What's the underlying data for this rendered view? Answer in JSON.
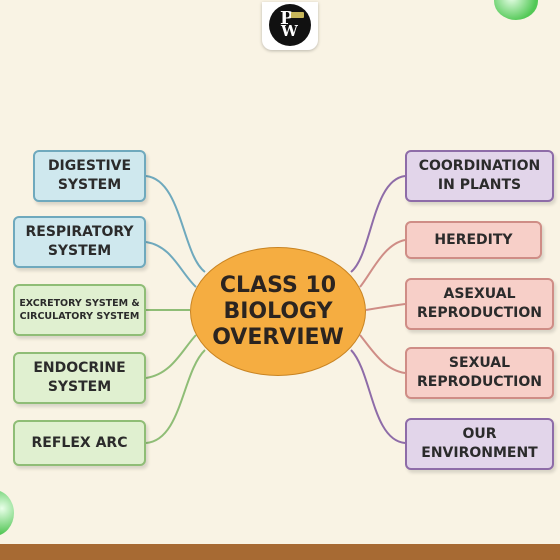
{
  "center": {
    "title": "CLASS 10\nBIOLOGY\nOVERVIEW"
  },
  "left_topics": [
    {
      "label": "DIGESTIVE\nSYSTEM"
    },
    {
      "label": "RESPIRATORY\nSYSTEM"
    },
    {
      "label": "EXCRETORY SYSTEM &\nCIRCULATORY SYSTEM"
    },
    {
      "label": "ENDOCRINE\nSYSTEM"
    },
    {
      "label": "REFLEX ARC"
    }
  ],
  "right_topics": [
    {
      "label": "COORDINATION\nIN PLANTS"
    },
    {
      "label": "HEREDITY"
    },
    {
      "label": "ASEXUAL\nREPRODUCTION"
    },
    {
      "label": "SEXUAL\nREPRODUCTION"
    },
    {
      "label": "OUR\nENVIRONMENT"
    }
  ],
  "colors": {
    "background": "#f9f3e4",
    "center": "#f5ad41",
    "blue": "#cfe8ee",
    "green": "#e0f0d0",
    "purple": "#e2d5ea",
    "pink": "#f7cfc8",
    "footer": "#a76a33"
  }
}
